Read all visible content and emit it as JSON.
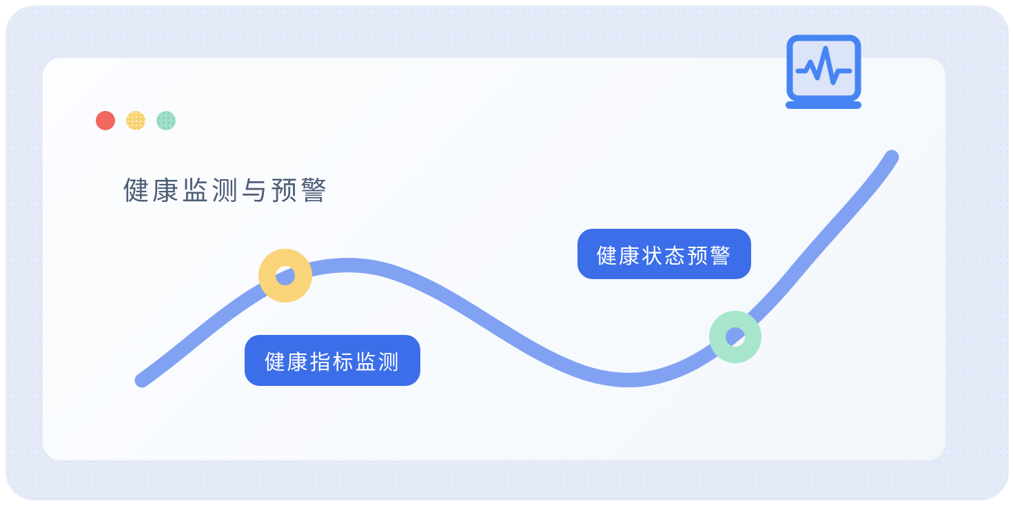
{
  "scene": {
    "title": "健康监测与预警"
  },
  "window_controls": [
    {
      "name": "red-dot",
      "color": "#F0685F"
    },
    {
      "name": "yellow-dot",
      "color": "#F8D26E"
    },
    {
      "name": "teal-dot",
      "color": "#9FDFC9"
    }
  ],
  "annotations": [
    {
      "label": "健康指标监测",
      "marker": "yellow-ring-point",
      "marker_color": "#FAD478"
    },
    {
      "label": "健康状态预警",
      "marker": "teal-ring-point",
      "marker_color": "#A7E6CD"
    }
  ],
  "icon": {
    "name": "health-monitor-icon",
    "description": "monitor-with-ecg-heartbeat",
    "color": "#4684F4"
  },
  "colors": {
    "outer_background": "#E4EAF8",
    "card_background": "#F8FAFD",
    "curve": "#81A2F2",
    "label_background": "#3B6EE8",
    "label_text": "#FFFFFF",
    "title_text": "#4E5E77"
  }
}
